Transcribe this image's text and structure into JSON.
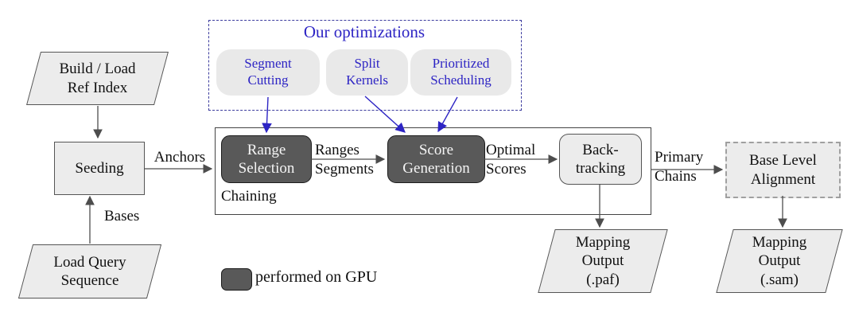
{
  "optimizations": {
    "title": "Our optimizations",
    "pills": [
      {
        "label": "Segment\nCutting"
      },
      {
        "label": "Split\nKernels"
      },
      {
        "label": "Prioritized\nScheduling"
      }
    ]
  },
  "nodes": {
    "build_ref": {
      "label": "Build / Load\nRef Index"
    },
    "seeding": {
      "label": "Seeding"
    },
    "load_query": {
      "label": "Load Query\nSequence"
    },
    "chaining_group": {
      "label": "Chaining"
    },
    "range_selection": {
      "label": "Range\nSelection"
    },
    "score_generation": {
      "label": "Score\nGeneration"
    },
    "back_tracking": {
      "label": "Back-\ntracking"
    },
    "base_level_alignment": {
      "label": "Base Level\nAlignment"
    },
    "mapping_output_paf": {
      "label": "Mapping\nOutput\n(.paf)"
    },
    "mapping_output_sam": {
      "label": "Mapping\nOutput\n(.sam)"
    }
  },
  "edge_labels": {
    "anchors": "Anchors",
    "bases": "Bases",
    "ranges_segments": "Ranges\nSegments",
    "optimal_scores": "Optimal\nScores",
    "primary_chains": "Primary\nChains"
  },
  "legend": {
    "gpu": "performed on GPU"
  },
  "colors": {
    "accent_blue_text": "#2d24c4",
    "dashed_blue_border": "#3c3c9e",
    "gpu_dark_fill": "#595959",
    "light_node_fill": "#ececec",
    "arrow_gray": "#4d4d4d"
  }
}
